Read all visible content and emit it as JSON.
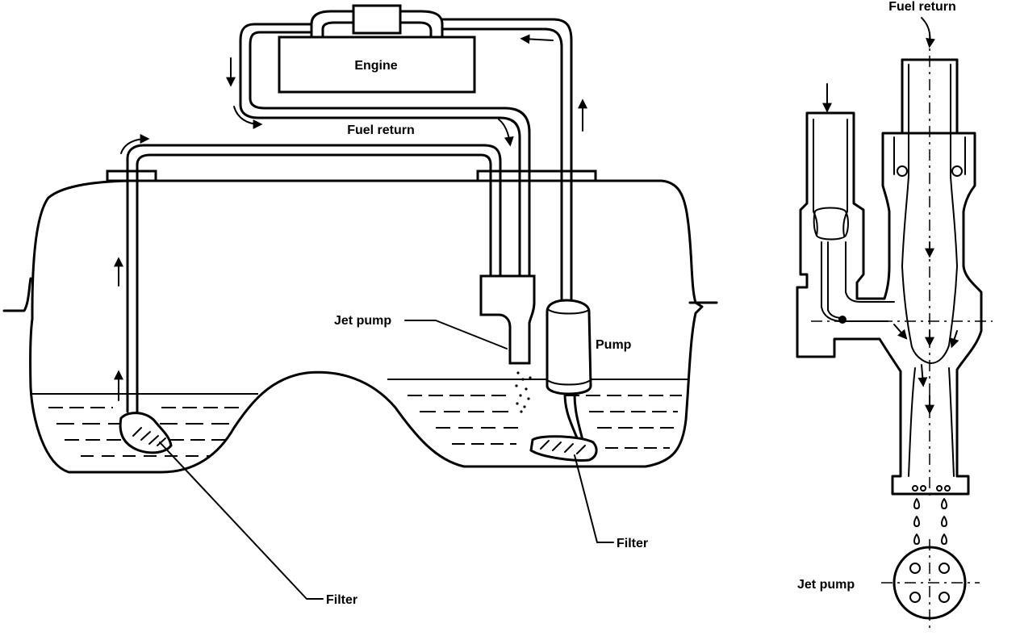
{
  "labels": {
    "engine": "Engine",
    "fuel_return_main": "Fuel return",
    "fuel_return_detail": "Fuel return",
    "jet_pump_main": "Jet pump",
    "jet_pump_detail": "Jet pump",
    "pump": "Pump",
    "filter_left": "Filter",
    "filter_right": "Filter"
  }
}
